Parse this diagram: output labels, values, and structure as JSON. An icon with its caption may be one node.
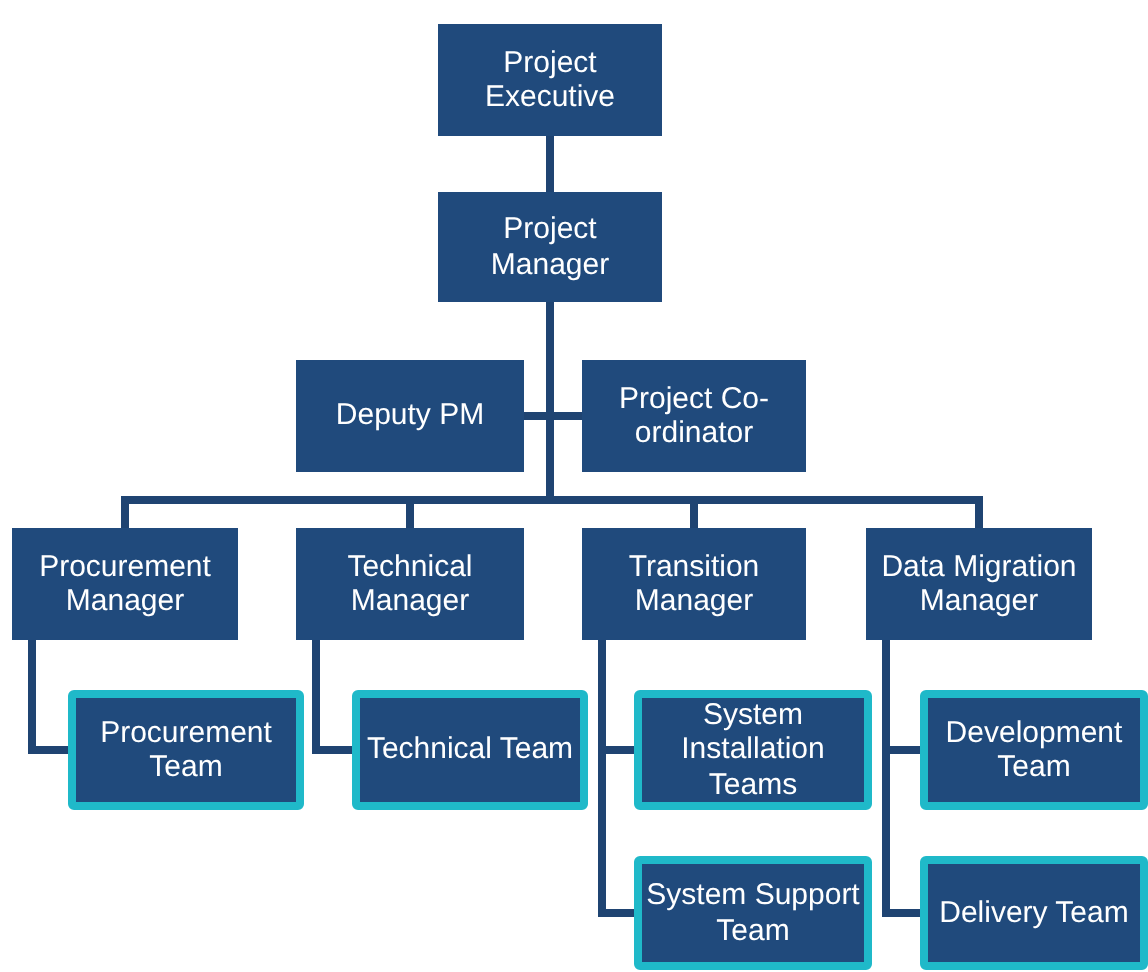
{
  "diagram": {
    "nodes": [
      {
        "text": [
          "Project Executive"
        ]
      },
      {
        "text": [
          "Project Manager"
        ]
      },
      {
        "text": [
          "Deputy PM"
        ]
      },
      {
        "text": [
          "Project Co-ordinator"
        ]
      },
      {
        "text": [
          "Procurement Manager"
        ]
      },
      {
        "text": [
          "Technical Manager"
        ]
      },
      {
        "text": [
          "Transition Manager"
        ]
      },
      {
        "text": [
          "Data Migration Manager"
        ]
      },
      {
        "text": [
          "Procurement Team"
        ]
      },
      {
        "text": [
          "Technical Team"
        ]
      },
      {
        "text": [
          "System Installation Teams"
        ]
      },
      {
        "text": [
          "System Support Team"
        ]
      },
      {
        "text": [
          "Development Team"
        ]
      },
      {
        "text": [
          "Delivery Team"
        ]
      }
    ],
    "edges": [
      {
        "from": 0,
        "to": 1,
        "arrow": "none"
      },
      {
        "from": 1,
        "to": 2,
        "arrow": "none"
      },
      {
        "from": 1,
        "to": 3,
        "arrow": "none"
      },
      {
        "from": 1,
        "to": 4,
        "arrow": "none"
      },
      {
        "from": 1,
        "to": 5,
        "arrow": "none"
      },
      {
        "from": 1,
        "to": 6,
        "arrow": "none"
      },
      {
        "from": 1,
        "to": 7,
        "arrow": "none"
      },
      {
        "from": 4,
        "to": 8,
        "arrow": "none"
      },
      {
        "from": 5,
        "to": 9,
        "arrow": "none"
      },
      {
        "from": 6,
        "to": 10,
        "arrow": "none"
      },
      {
        "from": 6,
        "to": 11,
        "arrow": "none"
      },
      {
        "from": 7,
        "to": 12,
        "arrow": "none"
      },
      {
        "from": 7,
        "to": 13,
        "arrow": "none"
      }
    ]
  }
}
